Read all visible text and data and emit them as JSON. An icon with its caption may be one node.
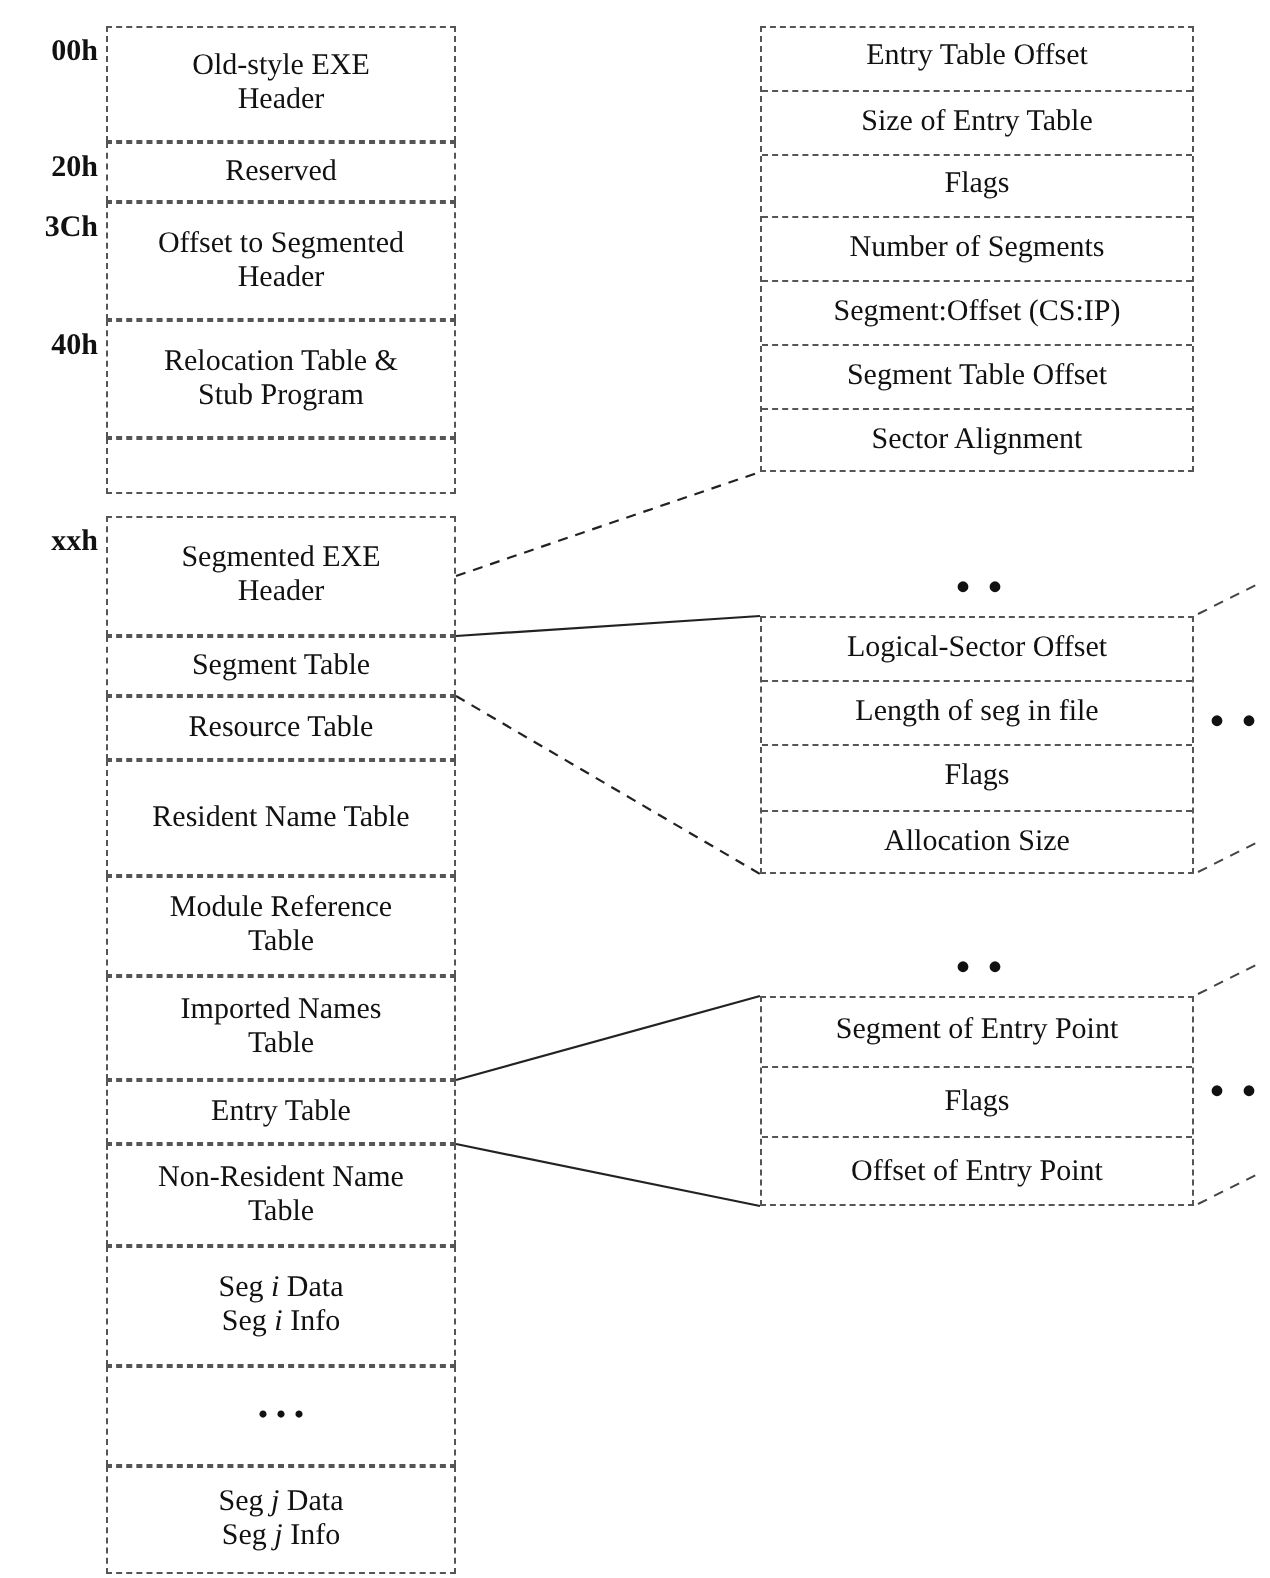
{
  "diagram": {
    "nodes": [
      {
        "text": [
          "Old-style EXE Header"
        ],
        "beside": [
          "00h"
        ]
      },
      {
        "text": [
          "Reserved"
        ],
        "beside": [
          "20h"
        ]
      },
      {
        "text": [
          "Offset to Segmented Header"
        ],
        "beside": [
          "3Ch"
        ]
      },
      {
        "text": [
          "Relocation Table & Stub Program"
        ],
        "beside": [
          "40h"
        ]
      },
      {
        "text": [],
        "shape": "box"
      },
      {
        "text": [
          "Segmented EXE Header"
        ],
        "beside": [
          "xxh"
        ]
      },
      {
        "text": [
          "Segment Table"
        ]
      },
      {
        "text": [
          "Resource Table"
        ]
      },
      {
        "text": [
          "Resident Name Table"
        ]
      },
      {
        "text": [
          "Module Reference Table"
        ]
      },
      {
        "text": [
          "Imported Names Table"
        ]
      },
      {
        "text": [
          "Entry Table"
        ]
      },
      {
        "text": [
          "Non-Resident Name Table"
        ]
      },
      {
        "text": [
          "Seg *i* Data",
          "Seg *i* Info"
        ]
      },
      {
        "text": [
          "• • •"
        ]
      },
      {
        "text": [
          "Seg *j* Data",
          "Seg *j* Info"
        ]
      },
      {
        "text": [],
        "shape": "box"
      },
      {
        "text": [
          "Entry Table Offset"
        ],
        "in": 16
      },
      {
        "text": [
          "Size of Entry Table"
        ],
        "in": 16
      },
      {
        "text": [
          "Flags"
        ],
        "in": 16
      },
      {
        "text": [
          "Number of Segments"
        ],
        "in": 16
      },
      {
        "text": [
          "Segment:Offset (CS:IP)"
        ],
        "in": 16
      },
      {
        "text": [
          "Segment Table Offset"
        ],
        "in": 16
      },
      {
        "text": [
          "Sector Alignment"
        ],
        "in": 16
      },
      {
        "text": [],
        "shape": "box"
      },
      {
        "text": [
          "Logical-Sector Offset"
        ],
        "in": 24
      },
      {
        "text": [
          "Length of seg in file"
        ],
        "in": 24
      },
      {
        "text": [
          "Flags"
        ],
        "in": 24
      },
      {
        "text": [
          "Allocation Size"
        ],
        "in": 24
      },
      {
        "text": [],
        "shape": "box"
      },
      {
        "text": [
          "Segment of Entry Point"
        ],
        "in": 29
      },
      {
        "text": [
          "Flags"
        ],
        "in": 29
      },
      {
        "text": [
          "Offset of Entry Point"
        ],
        "in": 29
      }
    ],
    "edges": [
      {
        "from": 5,
        "to": 16,
        "arrow": "none",
        "style": "dashed"
      },
      {
        "from": 6,
        "to": 24,
        "arrow": "none"
      },
      {
        "from": 6,
        "to": 24,
        "arrow": "none",
        "style": "dashed"
      },
      {
        "from": 11,
        "to": 29,
        "arrow": "none"
      },
      {
        "from": 11,
        "to": 29,
        "arrow": "none"
      }
    ],
    "labels": [
      "• •",
      "• •",
      "• •",
      "• •"
    ]
  }
}
